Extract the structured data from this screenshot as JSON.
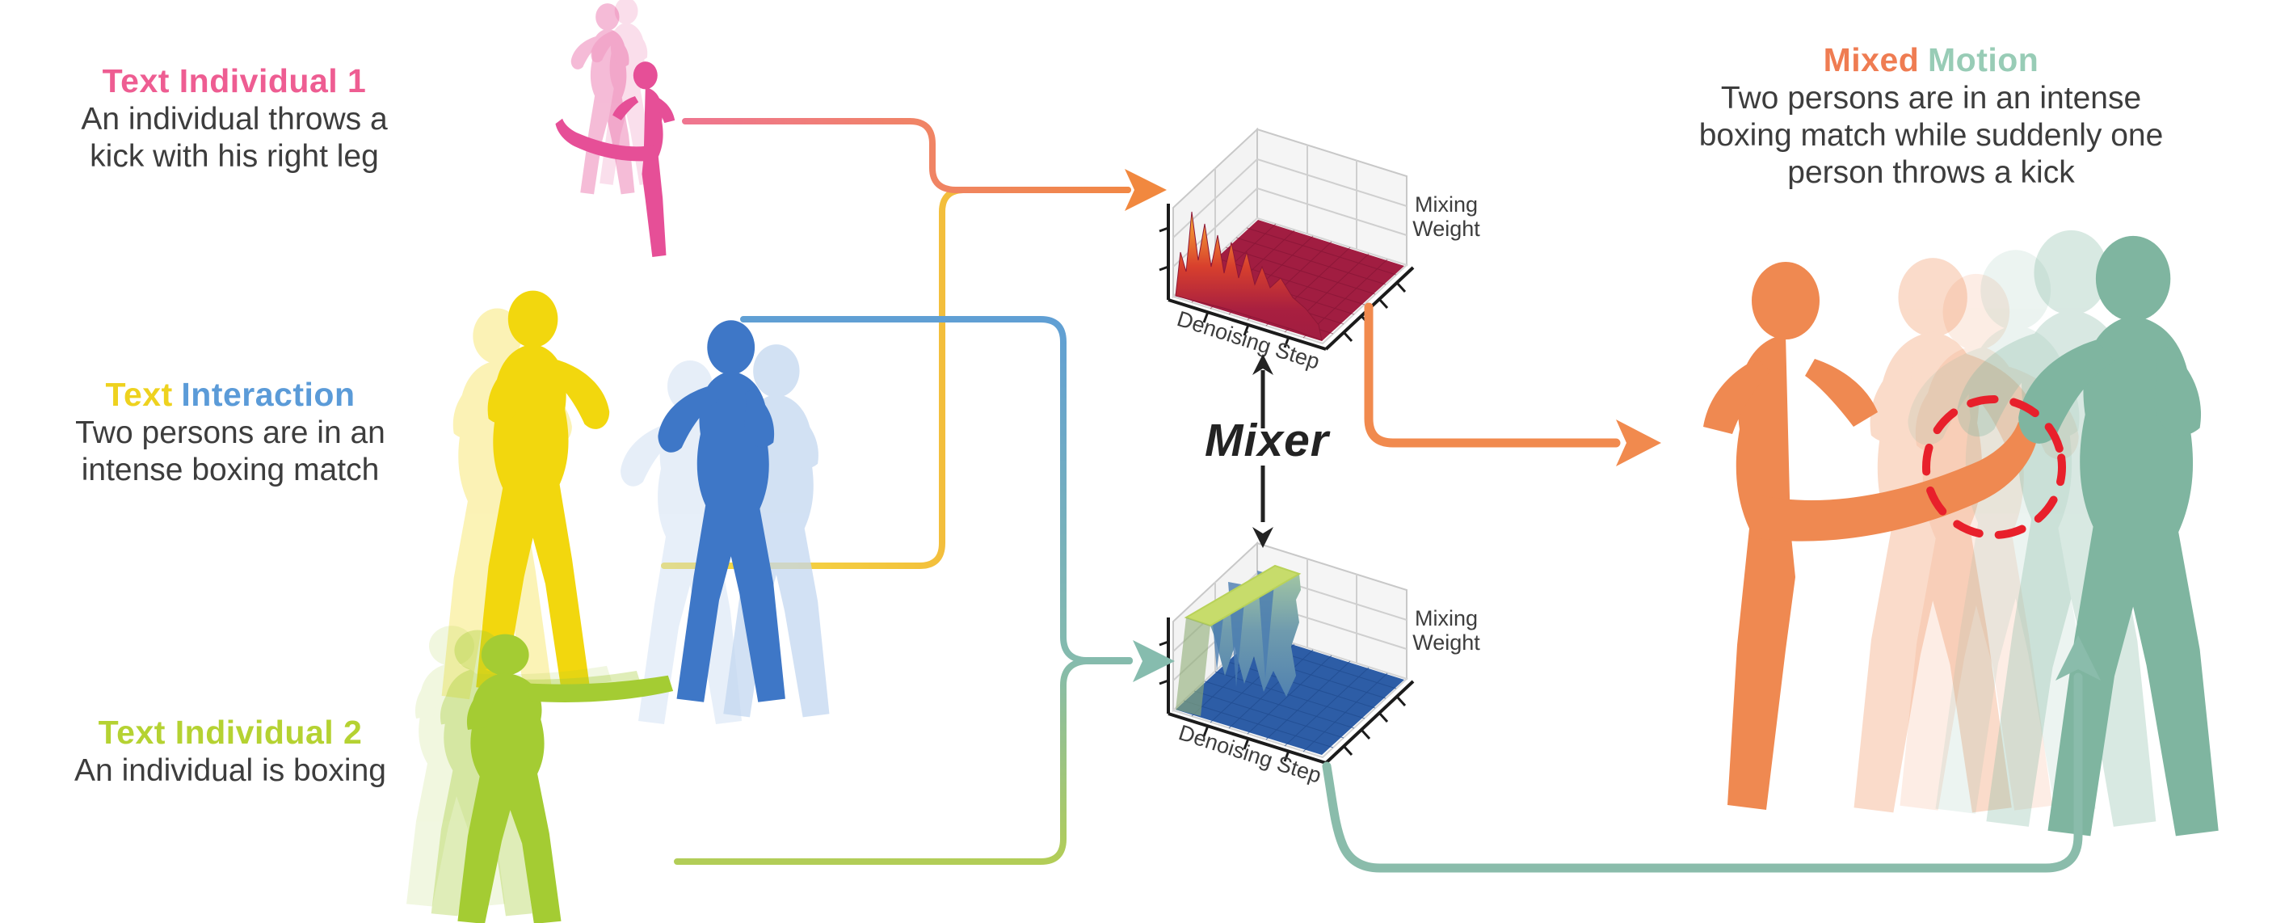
{
  "inputs": [
    {
      "title_parts": [
        {
          "text": "Text Individual 1",
          "color": "#ee5d92"
        }
      ],
      "description_lines": [
        "An individual throws a",
        "kick with his right leg"
      ]
    },
    {
      "title_parts": [
        {
          "text": "Text",
          "color": "#eed21f"
        },
        {
          "text": "Interaction",
          "color": "#5b9bd8"
        }
      ],
      "description_lines": [
        "Two persons are in an",
        "intense boxing match"
      ]
    },
    {
      "title_parts": [
        {
          "text": "Text Individual 2",
          "color": "#b5d232"
        }
      ],
      "description_lines": [
        "An individual is boxing"
      ]
    }
  ],
  "mixer": {
    "label": "Mixer"
  },
  "plots": {
    "top": {
      "xlabel": "Denoising Step",
      "ylabel_line1": "Mixing",
      "ylabel_line2": "Weight"
    },
    "bottom": {
      "xlabel": "Denoising Step",
      "ylabel_line1": "Mixing",
      "ylabel_line2": "Weight"
    }
  },
  "output": {
    "title_parts": [
      {
        "text": "Mixed",
        "color": "#ef7c52"
      },
      {
        "text": "Motion",
        "color": "#98ccb6"
      }
    ],
    "description_lines": [
      "Two persons are in an intense",
      "boxing match while suddenly one",
      "person throws a kick"
    ]
  },
  "chart_data": [
    {
      "type": "surface",
      "id": "individual-mixing-weight-surface",
      "xlabel": "Denoising Step",
      "zlabel": "Mixing Weight",
      "axis_ticks_labeled": false,
      "zlim": [
        0,
        1
      ],
      "colormap": "yellow-orange-crimson",
      "profile_along_denoising_step": [
        0.85,
        0.45,
        0.7,
        0.35,
        0.6,
        0.3,
        0.45,
        0.2,
        0.1,
        0.05,
        0.03,
        0.02,
        0.01,
        0.01,
        0.01,
        0.01
      ],
      "summary": "Spiky high mixing weights at early denoising steps decaying to a flat near-zero crimson plane"
    },
    {
      "type": "surface",
      "id": "interaction-mixing-weight-surface",
      "xlabel": "Denoising Step",
      "zlabel": "Mixing Weight",
      "axis_ticks_labeled": false,
      "zlim": [
        0,
        1
      ],
      "colormap": "green plateau over blue floor",
      "profile_along_denoising_step": [
        1.0,
        1.0,
        0.95,
        0.9,
        1.0,
        0.35,
        0.1,
        0.04,
        0.02,
        0.01,
        0.01,
        0.01,
        0.01,
        0.01,
        0.01,
        0.01
      ],
      "summary": "Plateau of maximal mixing weight (green wall) during early denoising steps with sharp jagged drop to a flat near-zero blue plane"
    }
  ],
  "colors": {
    "background": "#ffffff",
    "text_body": "#3d3d3d",
    "pink": "#ee5d92",
    "yellow": "#eed21f",
    "blue": "#5b9bd8",
    "green": "#b5d232",
    "orange": "#ef7c52",
    "teal": "#98ccb6",
    "mixer_text": "#232323",
    "arrow_pink": "#ef7590",
    "arrow_yellow": "#f5df4a",
    "arrow_blue": "#609fd4",
    "arrow_green": "#b2cd57",
    "arrow_orange": "#f18a4e",
    "arrow_teal": "#86bcae",
    "red_highlight_circle": "#e8202b",
    "figure_pink": "#e64f97",
    "figure_yellow": "#f2d70e",
    "figure_blue": "#3e77c7",
    "figure_blue_ghost": "#c3d7f0",
    "figure_green": "#a4cc33",
    "figure_orange": "#ef8951",
    "figure_teal": "#7fb5a0",
    "surface_top_floor": "#a11d41",
    "surface_top_peaks_high": "#f6c12e",
    "surface_bottom_floor": "#2d5da6",
    "surface_bottom_cap": "#c7dc6b",
    "plot_wall": "#f3f3f3",
    "plot_grid": "#cfcfcf",
    "plot_axis": "#1b1b1b"
  }
}
